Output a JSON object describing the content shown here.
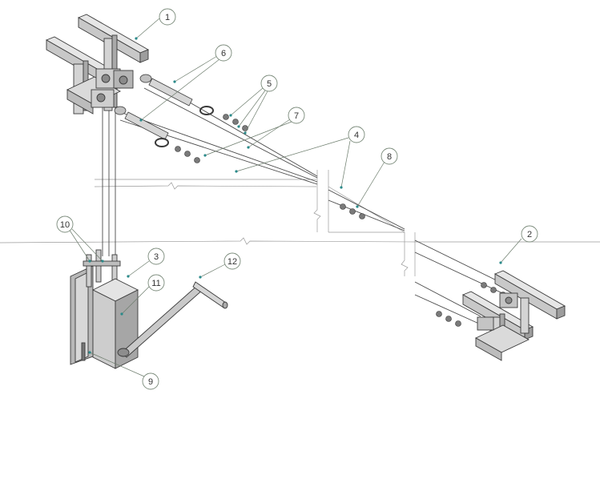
{
  "callouts": [
    {
      "id": "callout-1",
      "label": "1"
    },
    {
      "id": "callout-2",
      "label": "2"
    },
    {
      "id": "callout-3",
      "label": "3"
    },
    {
      "id": "callout-4",
      "label": "4"
    },
    {
      "id": "callout-5",
      "label": "5"
    },
    {
      "id": "callout-6",
      "label": "6"
    },
    {
      "id": "callout-7",
      "label": "7"
    },
    {
      "id": "callout-8",
      "label": "8"
    },
    {
      "id": "callout-9",
      "label": "9"
    },
    {
      "id": "callout-10",
      "label": "10"
    },
    {
      "id": "callout-11",
      "label": "11"
    },
    {
      "id": "callout-12",
      "label": "12"
    }
  ],
  "colors": {
    "steel_light": "#e2e2e2",
    "steel_mid": "#bdbdbd",
    "steel_dark": "#8a8a8a",
    "outline": "#3a3a3a",
    "leader_dot": "#2a8a8a"
  }
}
